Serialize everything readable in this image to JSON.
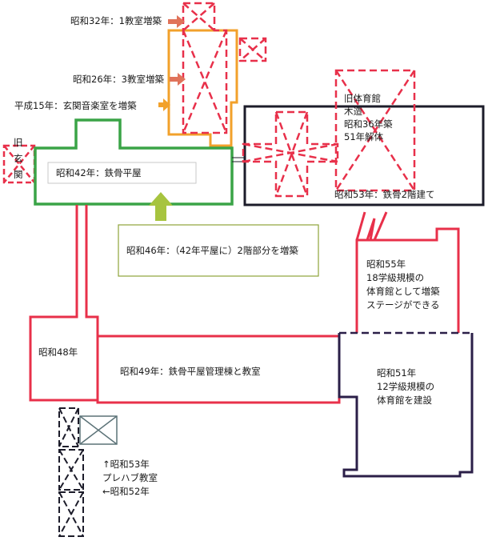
{
  "colors": {
    "red": "#e8304a",
    "green": "#3aa447",
    "orange": "#f2a12b",
    "black": "#1c1c2a",
    "navy": "#2b1f48",
    "olive": "#8ea33a",
    "arrow_fill": "#e0735a",
    "arrow_green": "#a7c43f",
    "gray_box": "#5b7277"
  },
  "labels": {
    "s32": "昭和32年：1教室増築",
    "s26": "昭和26年：3教室増築",
    "h15": "平成15年：玄関音楽室を増築",
    "old_entrance": [
      "旧",
      "玄",
      "関"
    ],
    "s42": "昭和42年：鉄骨平屋",
    "s46": "昭和46年：（42年平屋に）2階部分を増築",
    "old_gym": [
      "旧体育館",
      "木造",
      "昭和36年築",
      "51年解体"
    ],
    "s53_main": "昭和53年：鉄骨2階建て",
    "s55": [
      "昭和55年",
      "18学級規模の",
      "体育館として増築",
      "ステージができる"
    ],
    "s48": "昭和48年",
    "s49": "昭和49年：鉄骨平屋管理棟と教室",
    "s51": [
      "昭和51年",
      "12学級規模の",
      "体育館を建設"
    ],
    "prefab": [
      "↑昭和53年",
      "プレハブ教室",
      "←昭和52年"
    ]
  }
}
